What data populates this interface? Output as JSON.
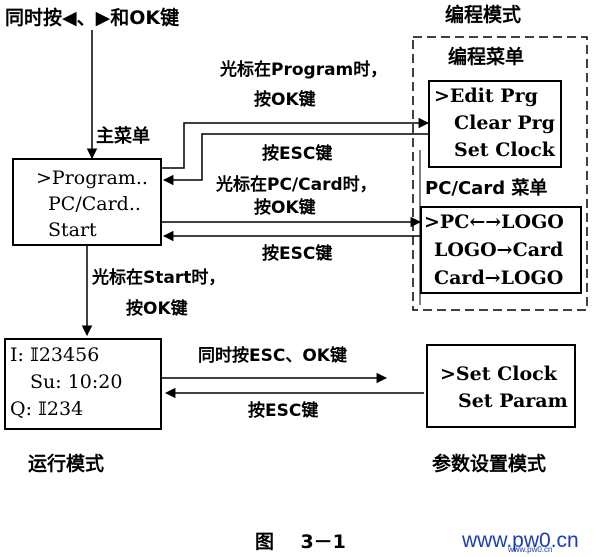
{
  "top_left_label": "同时按◀、▶和OK键",
  "program_mode_title": "编程模式",
  "program_menu_title": "编程菜单",
  "program_menu_items": [
    ">Edit Prg",
    "Clear Prg",
    "Set Clock"
  ],
  "pccard_menu_title": "PC/Card 菜单",
  "pccard_menu_items": [
    ">PC←→LOGO",
    "LOGO→Card",
    "Card→LOGO"
  ],
  "main_menu_title": "主菜单",
  "main_menu_items": [
    ">Program..",
    "PC/Card..",
    "Start"
  ],
  "arrow_labels": {
    "cursor_program_1": "光标在Program时，",
    "press_ok_1": "按OK键",
    "press_esc_1": "按ESC键",
    "cursor_pccard_1": "光标在PC/Card时，",
    "press_ok_2": "按OK键",
    "press_esc_2": "按ESC键",
    "cursor_start_1": "光标在Start时，",
    "press_ok_3": "按OK键",
    "press_esc_ok_1": "同时按ESC、OK键",
    "press_esc_3": "按ESC键"
  },
  "run_box_lines": [
    "I: 𝕀23456",
    "Su:  10:20",
    "Q: 𝕀234"
  ],
  "param_box_items": [
    ">Set Clock",
    "Set Param"
  ],
  "run_mode_label": "运行模式",
  "param_mode_label": "参数设置模式",
  "figure_caption": "图    3－1",
  "watermark_text": "www.pw0.cn",
  "watermark_sub": "www.pw0.cn"
}
